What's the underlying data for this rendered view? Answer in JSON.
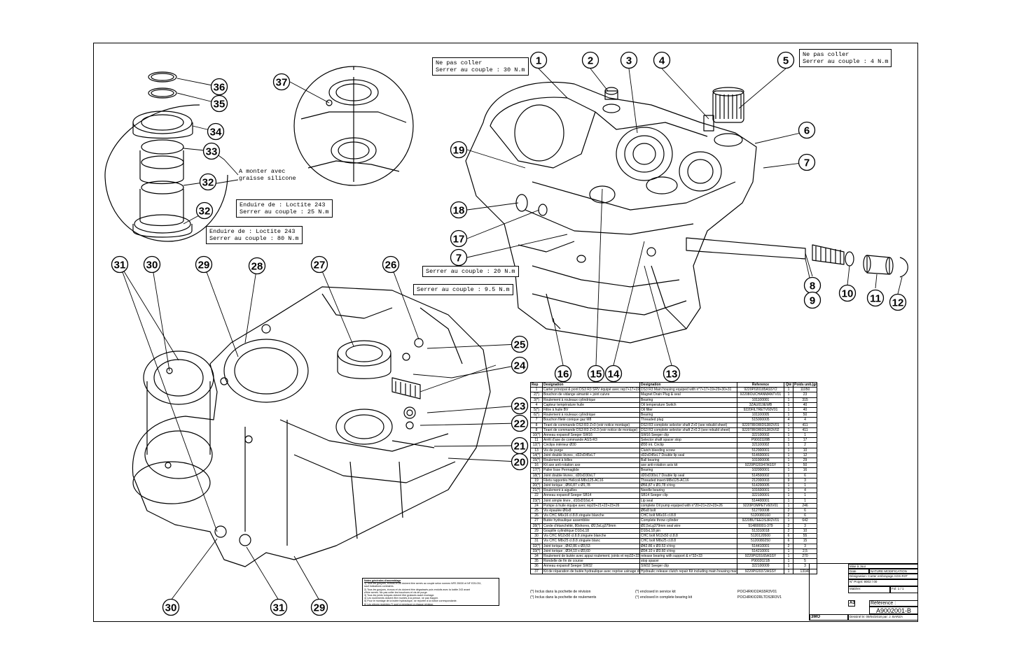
{
  "annotations": {
    "top_left_note": "Ne pas coller\nSerrer au couple : 30 N.m",
    "top_right_note": "Ne pas coller\nSerrer au couple : 4 N.m",
    "silicone_note": "A monter avec\ngraisse silicone",
    "loctite_25": "Enduire de : Loctite 243\nSerrer au couple : 25 N.m",
    "loctite_80": "Enduire de : Loctite 243\nSerrer au couple : 80 N.m",
    "couple_20": "Serrer au couple : 20 N.m",
    "couple_95": "Serrer au couple : 9.5 N.m"
  },
  "callouts": [
    {
      "n": "1"
    },
    {
      "n": "2"
    },
    {
      "n": "3"
    },
    {
      "n": "4"
    },
    {
      "n": "5"
    },
    {
      "n": "6"
    },
    {
      "n": "7"
    },
    {
      "n": "19"
    },
    {
      "n": "18"
    },
    {
      "n": "17"
    },
    {
      "n": "7"
    },
    {
      "n": "8"
    },
    {
      "n": "9"
    },
    {
      "n": "10"
    },
    {
      "n": "11"
    },
    {
      "n": "12"
    },
    {
      "n": "16"
    },
    {
      "n": "15"
    },
    {
      "n": "14"
    },
    {
      "n": "13"
    },
    {
      "n": "36"
    },
    {
      "n": "35"
    },
    {
      "n": "34"
    },
    {
      "n": "33"
    },
    {
      "n": "32"
    },
    {
      "n": "32"
    },
    {
      "n": "37"
    },
    {
      "n": "31"
    },
    {
      "n": "30"
    },
    {
      "n": "29"
    },
    {
      "n": "28"
    },
    {
      "n": "27"
    },
    {
      "n": "26"
    },
    {
      "n": "25"
    },
    {
      "n": "24"
    },
    {
      "n": "23"
    },
    {
      "n": "22"
    },
    {
      "n": "21"
    },
    {
      "n": "20"
    },
    {
      "n": "30"
    },
    {
      "n": "31"
    },
    {
      "n": "29"
    }
  ],
  "bom": {
    "headers": [
      "Rep",
      "Designation",
      "Designation",
      "Reference",
      "Qté",
      "Poids unit.(gr)"
    ],
    "rows": [
      [
        "1",
        "Carter principal & pont DS3 R3 SRV équipé avec rep7+17+19+29+30+31",
        "DS3 R3 Main housing equiped with n°7+17+19+29+30+31",
        "9220P020185ASSY2",
        "1",
        "11050"
      ],
      [
        "2(*)",
        "Bouchon de vidange aimanté + joint cuivre",
        "Magnet Drain Plug & seal",
        "92208OUCHANMANTV01",
        "1",
        "23"
      ],
      [
        "3(*)",
        "Roulement à rouleaux cylindrique",
        "Bearing",
        "101100001",
        "1",
        "315"
      ],
      [
        "4",
        "Capteur température huile",
        "Oil temperature Switch",
        "3ZAU019EWB",
        "1",
        "40"
      ],
      [
        "5(*)",
        "Filtre à huile BV",
        "Oil filter",
        "9220FILTRETV60V01",
        "1",
        "40"
      ],
      [
        "6(*)",
        "Roulement à rouleaux cylindrique",
        "Bearing",
        "101100005",
        "1",
        "50"
      ],
      [
        "7",
        "Bouchon fileté conique gaz M8",
        "Threaded plug",
        "515000005",
        "4",
        "4"
      ],
      [
        "8",
        "Tirant de commande DS3 R3 Z+0 (voir notice montage)",
        "DS3 R3 complete selector shaft Z+0 (see rebuild sheet)",
        "9220TIRORIDS3R2V01",
        "1",
        "411"
      ],
      [
        "8",
        "Tirant de commande DS3 R3 Z+0.3 (voir notice de montage)",
        "DS3 R3 complete selector shaft Z+0.3 (see rebuild sheet)",
        "9220TIRORIDS3R3V02",
        "1",
        "411"
      ],
      [
        "10(*)",
        "Anneau expansif Seeger SW16",
        "SW16 Seeger clip",
        "322100002",
        "1",
        "1"
      ],
      [
        "11",
        "Arrêt d'axe de commande AGS-R3",
        "Selector shaft spacer stop",
        "P9002328B",
        "1",
        "17"
      ],
      [
        "12(*)",
        "Circlips intérieur Ø30",
        "Ø30 int. Circlip",
        "321100002",
        "1",
        "2"
      ],
      [
        "13",
        "Vis de purge",
        "Clutch bleeding screw",
        "512900001",
        "1",
        "10"
      ],
      [
        "14(*)",
        "Joint double lèvres , d32xD45xL7",
        "d32xD45xL7 Double lip seal",
        "514600001",
        "1",
        "12"
      ],
      [
        "15(*)",
        "Roulement à billes",
        "Ball bearing",
        "101900006",
        "1",
        "29"
      ],
      [
        "16",
        "Kit axe anti-rotation axe",
        "axe anti-rotation axis kit",
        "9220P020347ASSY",
        "1",
        "50"
      ],
      [
        "17(*)",
        "Palier lisse Permaglide",
        "Bearing",
        "102000001",
        "1",
        "16"
      ],
      [
        "18(*)",
        "Joint double lèvres , d20xD30xL7",
        "d20xD30xL7 Double lip seal",
        "514500002",
        "1",
        "6"
      ],
      [
        "19",
        "Filets rapportés Helicoil-M8x125-AC16",
        "Threaded insert-M8x125-AC16",
        "212000003",
        "9",
        "3"
      ],
      [
        "20(*)",
        "Joint torique , Ø56,87 x Ø1,78",
        "Ø56,87 x Ø1,78 o'ring",
        "514200005",
        "1",
        "1"
      ],
      [
        "21(*)",
        "Roulement à aiguilles",
        "Needle bearing",
        "101600001",
        "1",
        "4"
      ],
      [
        "22",
        "Anneau expansif Seeger SB14",
        "SB14 Seeger clip",
        "322100001",
        "1",
        "1"
      ],
      [
        "23(*)",
        "Joint simple lèvre , d10xD16xL4",
        "Lip seal",
        "514400001",
        "1",
        "1"
      ],
      [
        "24",
        "Pompe à huile équipe avec rep20+21+22+23+26",
        "complete Oil pump equiped with n°20+21+22+23+26",
        "9220POMPETV60V01",
        "1",
        "246"
      ],
      [
        "25",
        "Vis épaulée Ø6x8",
        "Ø6x8 bolt",
        "512700008",
        "2",
        "6"
      ],
      [
        "26",
        "Vis CHC M6x16 cl.8.8 zinguée blanche",
        "CHC bolt M6x16 cl.8.8",
        "5120080160",
        "2",
        "6"
      ],
      [
        "27",
        "Butée hydraulique assemblée",
        "Complete throw cylinder",
        "9220BUTEEDS3R2V01",
        "1",
        "642"
      ],
      [
        "28(*)",
        "Corde d'étanchéité, 80shores, Ø2,5xLg379mm",
        "Ø2,5xLg379mm seal wire",
        "514800001-379",
        "2",
        "3"
      ],
      [
        "29",
        "Goupille cylindrique D10xL18",
        "D10xL18 pin",
        "513310018",
        "2",
        "10"
      ],
      [
        "30",
        "Vis CHC M12x50 cl.8.8 zinguée blanche",
        "CHC bolt M12x50 cl.8.8",
        "5120120500",
        "6",
        "55"
      ],
      [
        "31",
        "Vis CHC M8x25 cl.8.8 zinguée blanc",
        "CHC bolt M8x25 cl.8.8",
        "5120080250",
        "6",
        "15"
      ],
      [
        "32(*)",
        "Joint torique , Ø42,86 x Ø3,53",
        "Ø42.86 x Ø3.53 o'ring",
        "514410001",
        "2",
        "3"
      ],
      [
        "33(*)",
        "Joint torique , Ø34,10 x Ø3,60",
        "Ø34.10 x Ø3.60 o'ring",
        "514210001",
        "1",
        "2,5"
      ],
      [
        "34",
        "Roulement de butée avec appui roulement, joints et rep32+33",
        "release bearing with support & n°32+33",
        "9220P020165ASSY",
        "1",
        "270"
      ],
      [
        "35",
        "Rondelle de fin de course",
        "stop spacer",
        "P9002021B",
        "1",
        "5"
      ],
      [
        "36",
        "Anneau expansif Seeger SW32",
        "SW32 Seeger clip",
        "322100009",
        "1",
        "3"
      ],
      [
        "37",
        "Kit de réparation de butée hydraulique avec reprise usinage du carter principal chez 3MOP",
        "Hydraulic release clutch repair Kit including main housing machining",
        "9220P020372ASSY",
        "1",
        "13140"
      ]
    ]
  },
  "legend": [
    [
      "(*) Inclus dans la pochette de révision",
      "(*) enclosed in service kit",
      "POCHRKIO2AS5R3V01"
    ],
    [
      "(°) Inclus dans la pochette de roulements",
      "(°) enclosed in complete bearing kit",
      "POCHRKIO2RLTDS3R3V1"
    ]
  ],
  "notes_box": {
    "title": "Notes générales d'assemblage",
    "lines": [
      "1) Tous les goujons, écrous et vis doivent être serrés au couple selon normes NFE 25030 et NF E25-031,",
      "   sauf indications contraires.",
      "2) Tous les goujons, écrous et vis doivent être dégraissés puis enduits avec la loctite 243 avant",
      "   d'être serrés. Ne pas coller les bouchons et vis de purge.",
      "3) Tous les joints toriques doivent être graissés avant montage.",
      "4) Les roulements doivent être montés à la presse, ne pas frapper.",
      "5) Pour le montage de la butée hydraulique, se reporter à la notice correspondante.",
      "6) Les pièces repérées (*) sont à remplacer à chaque révision."
    ]
  },
  "title_block": {
    "scale": "Mise à Jour",
    "date_label": "Date",
    "modif_label": "NATURE MODIFICATION",
    "designation": "Désignation: Carter embrayage AGS-R3T",
    "projet": "N° Projet: 9002 / 00",
    "matiere": "Matière:",
    "sheet": "Fol: 1 / 1",
    "reference_label": "Référence :",
    "reference": "A9002001-B",
    "drawn_by": "Dessiné le: 09/04/2018 par: J. BARZA",
    "format": "A3",
    "company": "3MO"
  }
}
